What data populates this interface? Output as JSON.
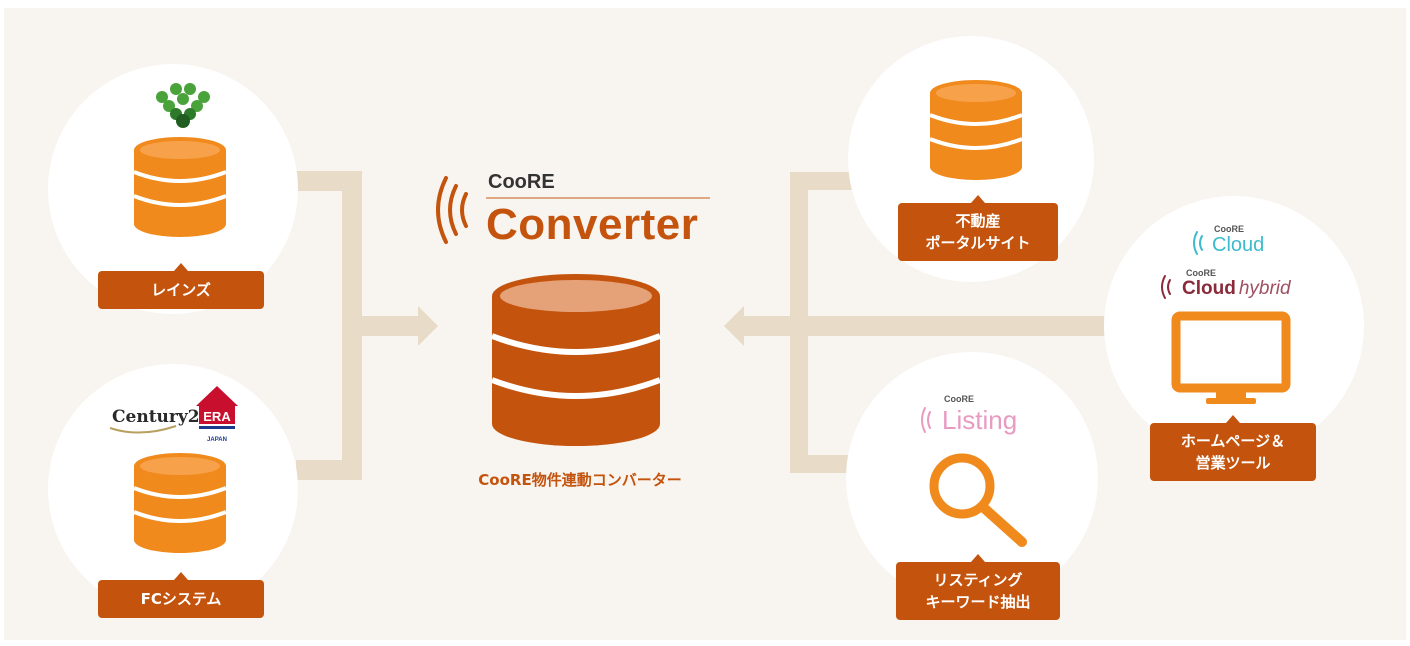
{
  "sources": {
    "reins_label": "レインズ",
    "fc_label": "FCシステム",
    "century21_logo_text": "Century21",
    "era_logo_text": "ERA",
    "era_sub_text": "JAPAN"
  },
  "converter": {
    "brand_small": "CooRE",
    "brand_title": "Converter",
    "caption": "CooRE物件連動コンバーター"
  },
  "destinations": {
    "portal_label_line1": "不動産",
    "portal_label_line2": "ポータルサイト",
    "listing_brand_small": "CooRE",
    "listing_brand_title": "Listing",
    "listing_label_line1": "リスティング",
    "listing_label_line2": "キーワード抽出",
    "cloud_brand_small": "CooRE",
    "cloud_brand_title": "Cloud",
    "hybrid_brand_small": "CooRE",
    "hybrid_brand_title": "Cloud",
    "hybrid_brand_suffix": "hybrid",
    "homepage_label_line1": "ホームページ＆",
    "homepage_label_line2": "営業ツール"
  },
  "colors": {
    "accent": "#c4540d",
    "db_orange": "#f08a1c",
    "connector": "#e8dcc8",
    "reins_green": "#4aa33a",
    "cloud_teal": "#3bbccc",
    "hybrid_maroon": "#8a2a3a",
    "listing_pink": "#e89ac0"
  },
  "icons": [
    "reins-logo-icon",
    "database-icon",
    "century21-logo-icon",
    "era-logo-icon",
    "signal-icon",
    "search-icon",
    "monitor-icon"
  ]
}
